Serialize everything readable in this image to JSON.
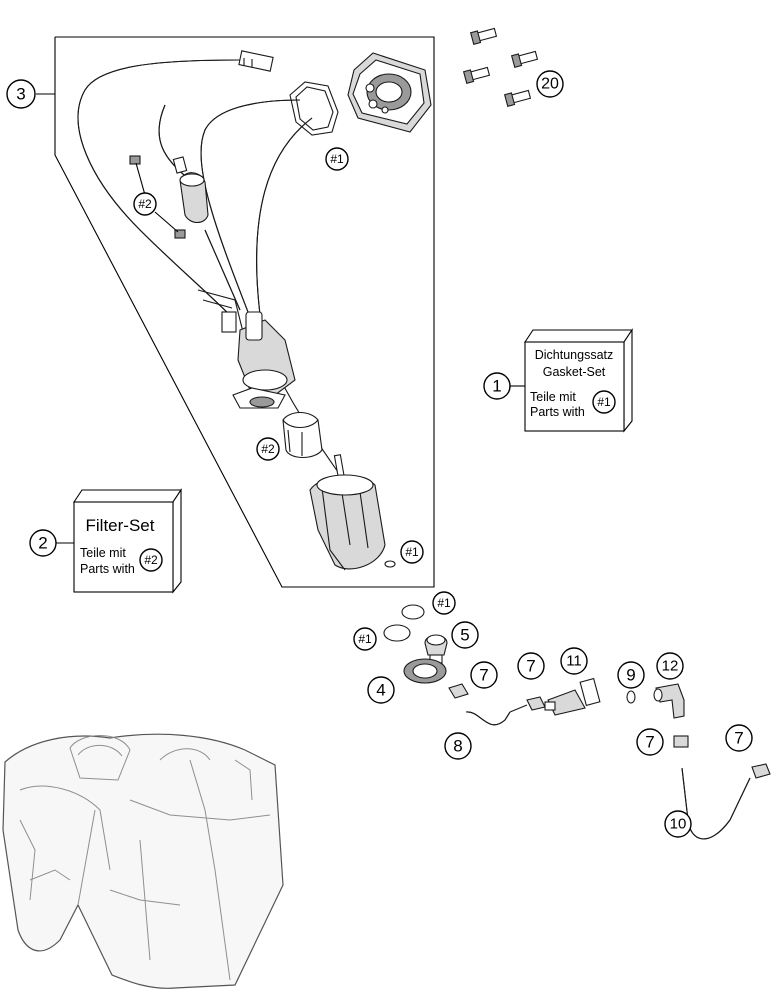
{
  "kit_boxes": {
    "gasket_set": {
      "number": "1",
      "line1": "Dichtungssatz",
      "line2": "Gasket-Set",
      "line3": "Teile mit",
      "line4": "Parts with",
      "ref": "#1"
    },
    "filter_set": {
      "number": "2",
      "line1": "Filter-Set",
      "line2": "Teile mit",
      "line3": "Parts with",
      "ref": "#2"
    }
  },
  "callouts": {
    "assembly": "3",
    "flange_ring": "#1",
    "filter_ref": "#2",
    "strainer_ref": "#2",
    "pump_ring_ref": "#1",
    "oring_top_ref": "#1",
    "oring_left_ref": "#1",
    "screws": "20",
    "gasket_4": "4",
    "valve_5": "5",
    "clamp_7a": "7",
    "clamp_7b": "7",
    "clamp_7c": "7",
    "clamp_7d": "7",
    "hose_8": "8",
    "oring_9": "9",
    "hose_10": "10",
    "connector_11": "11",
    "elbow_12": "12"
  }
}
